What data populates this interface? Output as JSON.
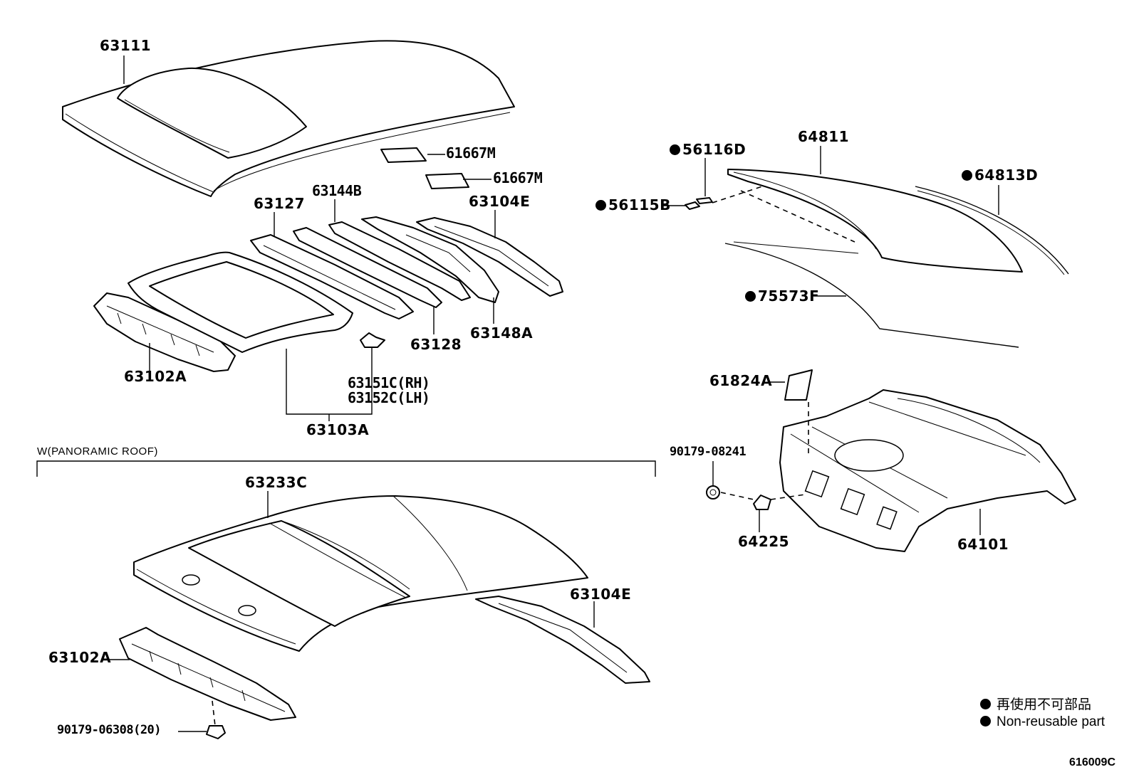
{
  "labels": {
    "p63111": "63111",
    "p61667m_a": "61667M",
    "p61667m_b": "61667M",
    "p63127": "63127",
    "p63144b": "63144B",
    "p63104e_top": "63104E",
    "p63102a_top": "63102A",
    "p63128": "63128",
    "p63148a": "63148A",
    "p63151c": "63151C(RH)",
    "p63152c": "63152C(LH)",
    "p63103a": "63103A",
    "p56116d": "56116D",
    "p56115b": "56115B",
    "p64811": "64811",
    "p64813d": "64813D",
    "p75573f": "75573F",
    "p61824a": "61824A",
    "p90179_08241": "90179-08241",
    "p64225": "64225",
    "p64101": "64101",
    "panoramic_header": "W(PANORAMIC ROOF)",
    "p63233c": "63233C",
    "p63104e_bottom": "63104E",
    "p63102a_bottom": "63102A",
    "p90179_06308": "90179-06308(20)"
  },
  "legend": {
    "jp": "再使用不可部品",
    "en": "Non-reusable part"
  },
  "diagram_id": "616009C",
  "non_reusable_parts": [
    "56116D",
    "56115B",
    "64813D",
    "75573F"
  ]
}
